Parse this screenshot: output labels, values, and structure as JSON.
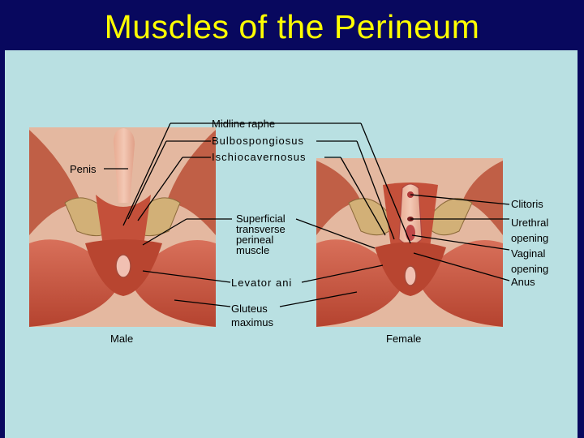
{
  "slide": {
    "title": "Muscles of the Perineum"
  },
  "labels": {
    "midline_raphe": "Midline raphe",
    "bulbospongiosus": "Bulbospongiosus",
    "ischiocavernosus": "Ischiocavernosus",
    "penis": "Penis",
    "superficial_transverse": "Superficial transverse perineal muscle",
    "levator_ani": "Levator ani",
    "gluteus_maximus": "Gluteus maximus",
    "clitoris": "Clitoris",
    "urethral_opening": "Urethral opening",
    "vaginal_opening": "Vaginal opening",
    "anus": "Anus",
    "male": "Male",
    "female": "Female"
  },
  "colors": {
    "background": "#08085e",
    "title": "#ffff00",
    "panel": "#b9e0e2",
    "muscle": "#c9573f",
    "bone": "#d2b077",
    "skin": "#e9b49c"
  }
}
